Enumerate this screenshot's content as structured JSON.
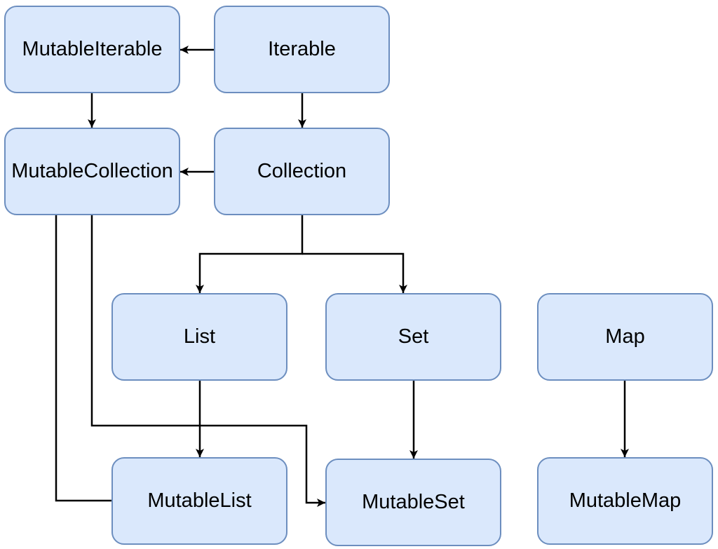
{
  "nodes": {
    "mutable_iterable": {
      "label": "MutableIterable"
    },
    "iterable": {
      "label": "Iterable"
    },
    "mutable_collection": {
      "label": "MutableCollection"
    },
    "collection": {
      "label": "Collection"
    },
    "list": {
      "label": "List"
    },
    "set": {
      "label": "Set"
    },
    "map": {
      "label": "Map"
    },
    "mutable_list": {
      "label": "MutableList"
    },
    "mutable_set": {
      "label": "MutableSet"
    },
    "mutable_map": {
      "label": "MutableMap"
    }
  },
  "colors": {
    "node_fill": "#dae8fc",
    "node_stroke": "#6c8ebf",
    "edge": "#000000"
  }
}
